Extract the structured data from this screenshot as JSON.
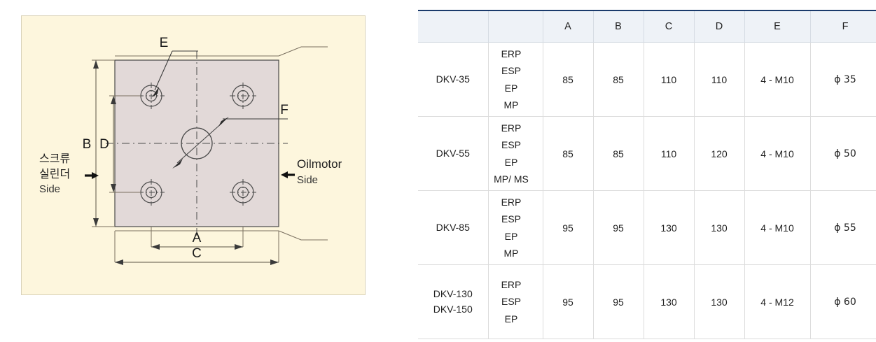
{
  "drawing": {
    "panel_bg": "#fdf6dd",
    "plate_fill": "#e2d9d8",
    "line_color": "#3a3a3a",
    "dim_color": "#5a5445",
    "labels": {
      "E": "E",
      "F": "F",
      "A": "A",
      "B": "B",
      "C": "C",
      "D": "D"
    },
    "left_note": {
      "line1": "스크류",
      "line2": "실린더",
      "line3": "Side",
      "arrow": "right-arrow-icon"
    },
    "right_note": {
      "line1": "Oilmotor",
      "line2": "Side",
      "arrow": "left-arrow-icon"
    }
  },
  "table": {
    "accent_top_border": "#1a3a6b",
    "header_bg": "#eef2f7",
    "headers": [
      "",
      "",
      "A",
      "B",
      "C",
      "D",
      "E",
      "F"
    ],
    "rows": [
      {
        "models": [
          "DKV-35"
        ],
        "types": [
          "ERP",
          "ESP",
          "EP",
          "MP"
        ],
        "A": "85",
        "B": "85",
        "C": "110",
        "D": "110",
        "E": "4 - M10",
        "F": "ϕ 35"
      },
      {
        "models": [
          "DKV-55"
        ],
        "types": [
          "ERP",
          "ESP",
          "EP",
          "MP/ MS"
        ],
        "A": "85",
        "B": "85",
        "C": "110",
        "D": "120",
        "E": "4 - M10",
        "F": "ϕ 50"
      },
      {
        "models": [
          "DKV-85"
        ],
        "types": [
          "ERP",
          "ESP",
          "EP",
          "MP"
        ],
        "A": "95",
        "B": "95",
        "C": "130",
        "D": "130",
        "E": "4 - M10",
        "F": "ϕ 55"
      },
      {
        "models": [
          "DKV-130",
          "DKV-150"
        ],
        "types": [
          "ERP",
          "ESP",
          "EP"
        ],
        "A": "95",
        "B": "95",
        "C": "130",
        "D": "130",
        "E": "4 - M12",
        "F": "ϕ 60"
      }
    ]
  }
}
